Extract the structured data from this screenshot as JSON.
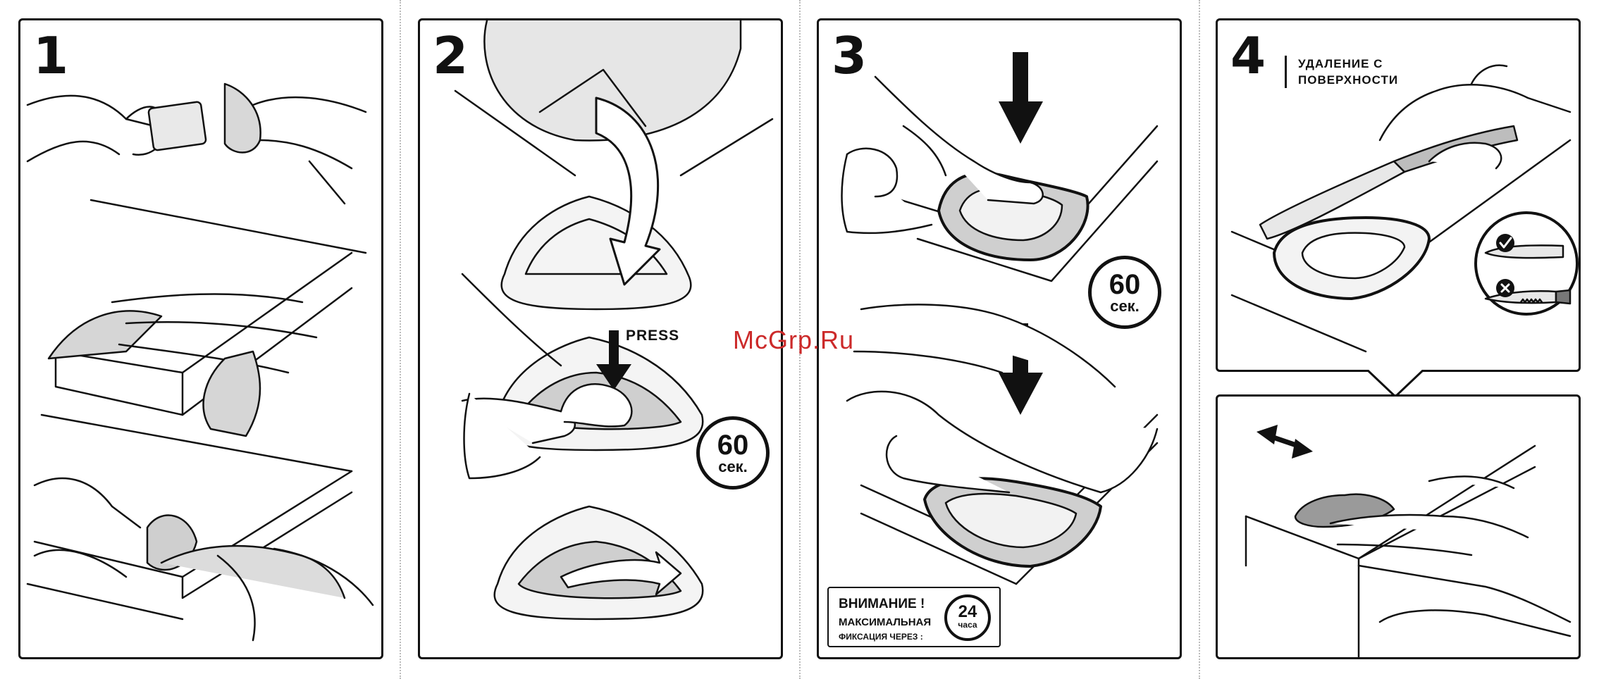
{
  "steps": [
    {
      "number": "1"
    },
    {
      "number": "2",
      "press_label": "PRESS",
      "timer": {
        "value": "60",
        "unit": "сек."
      }
    },
    {
      "number": "3",
      "timer": {
        "value": "60",
        "unit": "сек."
      },
      "attention": {
        "title": "ВНИМАНИЕ !",
        "line1": "МАКСИМАЛЬНАЯ",
        "line2": "ФИКСАЦИЯ ЧЕРЕЗ :",
        "timer_value": "24",
        "timer_unit": "часа"
      }
    },
    {
      "number": "4",
      "heading_line1": "УДАЛЕНИЕ С",
      "heading_line2": "ПОВЕРХНОСТИ"
    }
  ],
  "watermark": "McGrp.Ru",
  "colors": {
    "ink": "#111111",
    "fill_gray": "#cfcfcf",
    "watermark": "#cc2a2a"
  }
}
